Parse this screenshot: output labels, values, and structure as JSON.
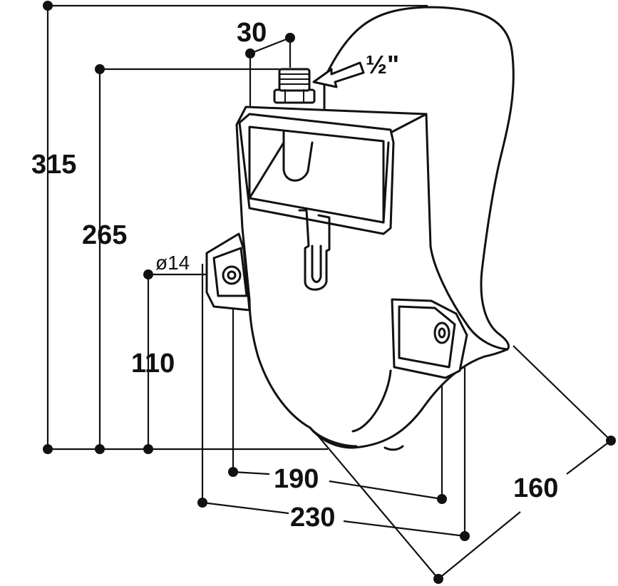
{
  "dimensions": {
    "height_total": "315",
    "height_inlet": "265",
    "height_holes": "110",
    "inlet_offset": "30",
    "thread_size": "½\"",
    "hole_diameter": "ø14",
    "hole_spacing": "190",
    "width": "230",
    "depth": "160"
  },
  "colors": {
    "ink": "#111111",
    "background": "#ffffff"
  }
}
